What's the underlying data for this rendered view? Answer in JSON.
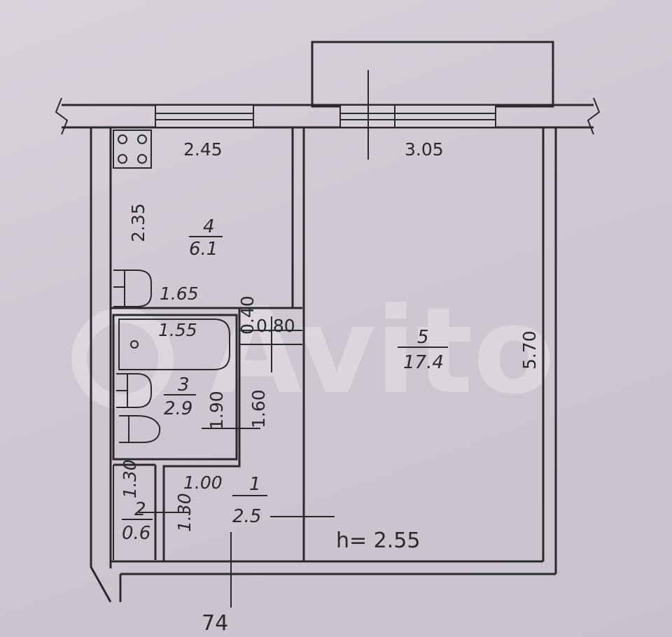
{
  "rooms": [
    {
      "number": "1",
      "area": "2.5"
    },
    {
      "number": "2",
      "area": "0.6"
    },
    {
      "number": "3",
      "area": "2.9"
    },
    {
      "number": "4",
      "area": "6.1"
    },
    {
      "number": "5",
      "area": "17.4"
    }
  ],
  "dimensions": {
    "kitchen_width": "2.45",
    "room_width": "3.05",
    "kitchen_depth": "2.35",
    "room_depth": "5.70",
    "hall_width_top": "1.65",
    "bath_width": "1.55",
    "passage_small": "0.40",
    "passage_width": "0.80",
    "bath_depth": "1.90",
    "passage_depth": "1.60",
    "hall_width": "1.00",
    "closet_depth": "1.30",
    "hall_depth": "1.30"
  },
  "ceiling_height": "h= 2.55",
  "apartment_number": "74",
  "watermark": "Avito",
  "colors": {
    "line": "#2a2a2e",
    "paper": "#d6d0d8"
  }
}
